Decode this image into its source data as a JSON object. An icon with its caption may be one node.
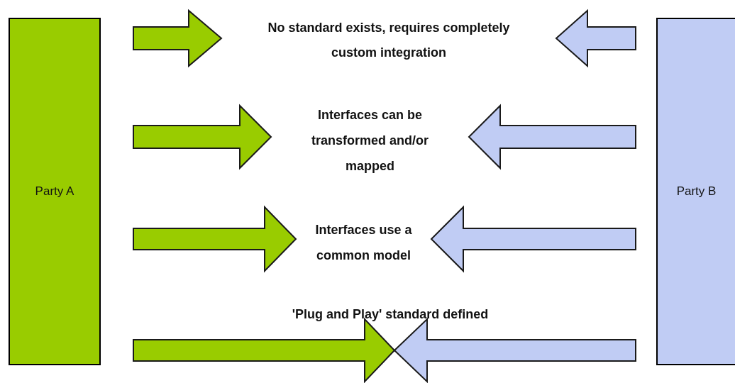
{
  "diagram": {
    "nodes": [
      {
        "text": [
          "Party A"
        ]
      },
      {
        "text": [
          "Party B"
        ]
      },
      {
        "text": [
          "No standard exists, requires completely custom integration"
        ]
      },
      {
        "text": [
          "Interfaces can be transformed and/or mapped"
        ]
      },
      {
        "text": [
          "Interfaces use a common model"
        ]
      },
      {
        "text": [
          "'Plug and Play' standard defined"
        ]
      }
    ],
    "edges": [
      {
        "from": 0,
        "to": 2,
        "arrow": "to",
        "style": "thick",
        "color": "#99cc00"
      },
      {
        "from": 1,
        "to": 2,
        "arrow": "to",
        "style": "thick",
        "color": "#c0ccf4"
      },
      {
        "from": 0,
        "to": 3,
        "arrow": "to",
        "style": "thick",
        "color": "#99cc00"
      },
      {
        "from": 1,
        "to": 3,
        "arrow": "to",
        "style": "thick",
        "color": "#c0ccf4"
      },
      {
        "from": 0,
        "to": 4,
        "arrow": "to",
        "style": "thick",
        "color": "#99cc00"
      },
      {
        "from": 1,
        "to": 4,
        "arrow": "to",
        "style": "thick",
        "color": "#c0ccf4"
      },
      {
        "from": 0,
        "to": 5,
        "arrow": "to",
        "style": "thick",
        "color": "#99cc00"
      },
      {
        "from": 1,
        "to": 5,
        "arrow": "to",
        "style": "thick",
        "color": "#c0ccf4"
      }
    ]
  }
}
